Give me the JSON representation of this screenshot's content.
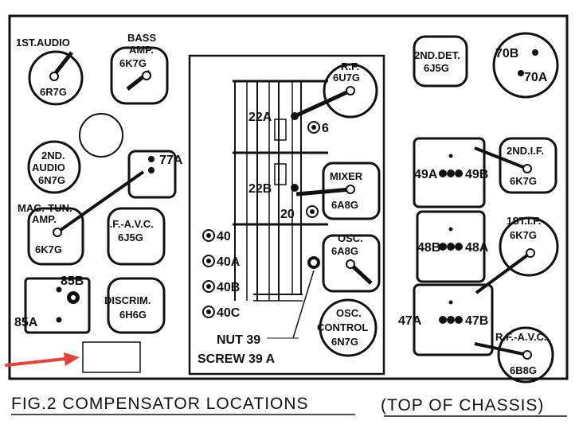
{
  "figure": {
    "caption_left": "FIG.2 COMPENSATOR LOCATIONS",
    "caption_right": "(TOP OF CHASSIS)"
  },
  "tubes": {
    "first_audio": {
      "name": "1ST.AUDIO",
      "type": "6R7G"
    },
    "bass_amp": {
      "name1": "BASS",
      "name2": "AMP.",
      "type": "6K7G"
    },
    "second_audio": {
      "name1": "2ND.",
      "name2": "AUDIO",
      "type": "6N7G"
    },
    "mag_tun_amp": {
      "name1": "MAG.-TUN.",
      "name2": "AMP.",
      "type": "6K7G"
    },
    "if_avc": {
      "name": "I.F.-A.V.C.",
      "type": "6J5G"
    },
    "discrim": {
      "name": "DISCRIM.",
      "type": "6H6G"
    },
    "rf": {
      "name": "R.F.",
      "type": "6U7G"
    },
    "mixer": {
      "name": "MIXER",
      "type": "6A8G"
    },
    "osc": {
      "name": "OSC.",
      "type": "6A8G"
    },
    "osc_control": {
      "name1": "OSC.",
      "name2": "CONTROL",
      "type": "6N7G"
    },
    "second_det": {
      "name": "2ND.DET.",
      "type": "6J5G"
    },
    "second_if": {
      "name": "2ND.I.F.",
      "type": "6K7G"
    },
    "first_if": {
      "name": "1ST.I.F.",
      "type": "6K7G"
    },
    "rf_avc": {
      "name": "R.F.-A.V.C.",
      "type": "6B8G"
    }
  },
  "compensators": {
    "c6": "6",
    "c20": "20",
    "c22a": "22A",
    "c22b": "22B",
    "c40": "40",
    "c40a": "40A",
    "c40b": "40B",
    "c40c": "40C",
    "c47a": "47A",
    "c47b": "47B",
    "c48a": "48A",
    "c48b": "48B",
    "c49a": "49A",
    "c49b": "49B",
    "c70a": "70A",
    "c70b": "70B",
    "c77a": "77A",
    "c85a": "85A",
    "c85b": "85B"
  },
  "callouts": {
    "nut": "NUT 39",
    "screw": "SCREW 39 A"
  },
  "annotation": {
    "arrow_color": "#e8413a"
  },
  "colors": {
    "ink": "#111111",
    "paper": "#ffffff"
  }
}
